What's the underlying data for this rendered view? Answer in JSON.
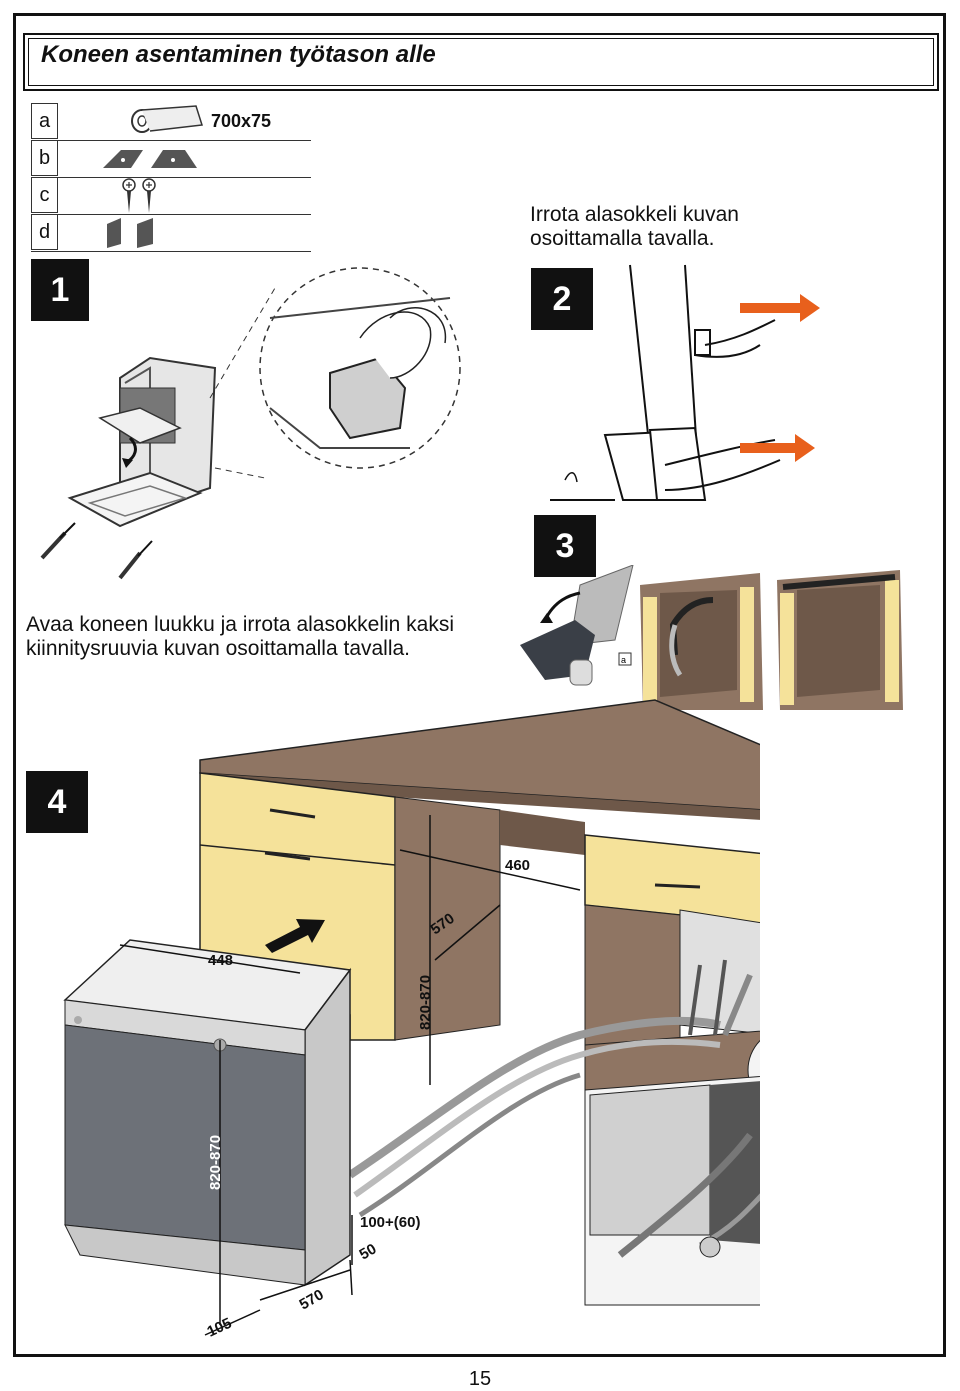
{
  "page": {
    "title": "Koneen asentaminen työtason alle",
    "page_number": "15"
  },
  "parts": [
    {
      "letter": "a",
      "size": "700x75"
    },
    {
      "letter": "b",
      "size": ""
    },
    {
      "letter": "c",
      "size": ""
    },
    {
      "letter": "d",
      "size": ""
    }
  ],
  "steps": {
    "s1": {
      "number": "1",
      "caption": "Avaa koneen luukku ja irrota alasokkelin kaksi kiinnitysruuvia kuvan osoittamalla tavalla."
    },
    "s2": {
      "number": "2",
      "caption": "Irrota alasokkeli kuvan osoittamalla tavalla."
    },
    "s3": {
      "number": "3",
      "callout": "a"
    },
    "s4": {
      "number": "4"
    }
  },
  "dimensions": {
    "d460": "460",
    "d570_top": "570",
    "d448": "448",
    "d820_870_cabinet": "820-870",
    "d820_870_machine": "820-870",
    "d100_60": "100+(60)",
    "d50": "50",
    "d570_bottom": "570",
    "d105": "105"
  },
  "colors": {
    "worktop": "#8f7563",
    "cabinet_front": "#f5e29a",
    "machine_door": "#6d7178",
    "machine_side": "#c8c8c8",
    "arrow_orange": "#e8601c"
  }
}
